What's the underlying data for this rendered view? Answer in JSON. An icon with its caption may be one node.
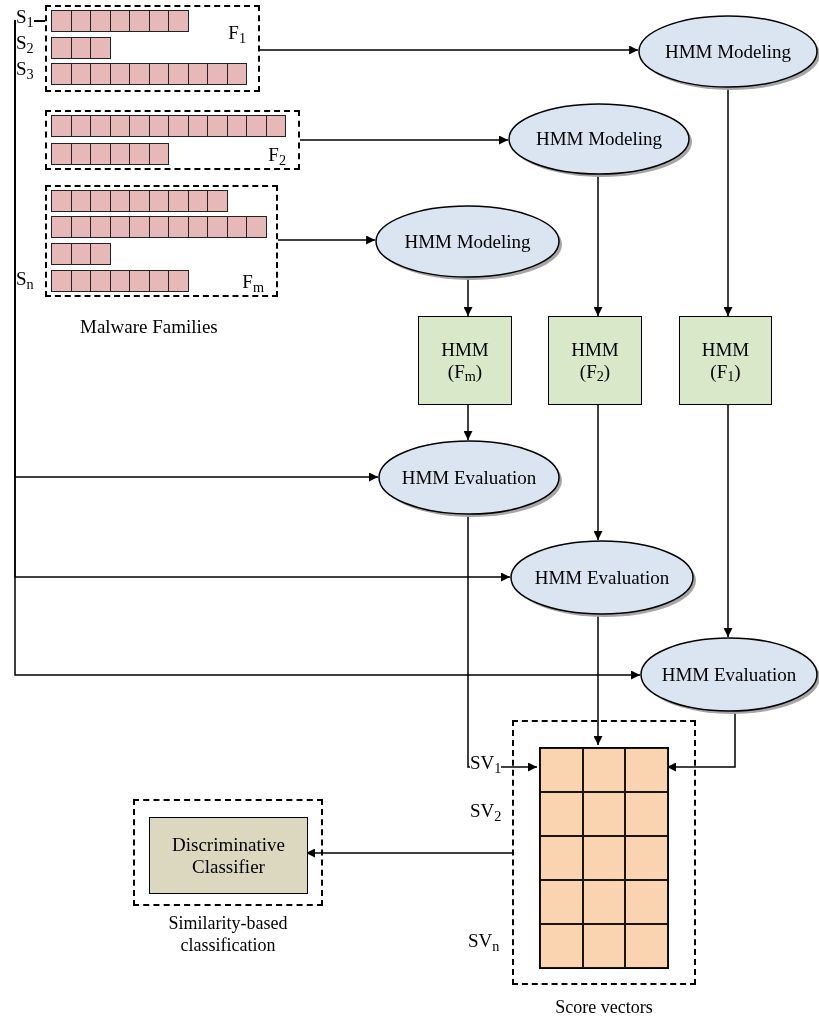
{
  "diagram": {
    "nodes": [
      {
        "text": [
          "F$_{1}$"
        ]
      },
      {
        "text": [
          "F$_{2}$"
        ]
      },
      {
        "text": [
          "F$_{m}$"
        ]
      },
      {
        "text": [
          "HMM Modeling"
        ]
      },
      {
        "text": [
          "HMM Modeling"
        ]
      },
      {
        "text": [
          "HMM Modeling"
        ]
      },
      {
        "text": [
          "HMM (F$_{m}$)"
        ]
      },
      {
        "text": [
          "HMM (F$_{2}$)"
        ]
      },
      {
        "text": [
          "HMM (F$_{1}$)"
        ]
      },
      {
        "text": [
          "HMM Evaluation"
        ]
      },
      {
        "text": [
          "HMM Evaluation"
        ]
      },
      {
        "text": [
          "HMM Evaluation"
        ]
      },
      {
        "text": [],
        "shape": "box",
        "beside": [
          "Score vectors"
        ]
      },
      {
        "text": [],
        "shape": "grid",
        "in": 12
      },
      {
        "text": [],
        "shape": "box",
        "beside": [
          "Similarity-based classification"
        ]
      },
      {
        "text": [
          "Discriminative Classifier"
        ],
        "in": 14
      }
    ],
    "edges": [
      {
        "from": 0,
        "to": 3,
        "arrow": "to"
      },
      {
        "from": 1,
        "to": 4,
        "arrow": "to"
      },
      {
        "from": 2,
        "to": 5,
        "arrow": "to"
      },
      {
        "from": 3,
        "to": 8,
        "arrow": "to"
      },
      {
        "from": 4,
        "to": 7,
        "arrow": "to"
      },
      {
        "from": 5,
        "to": 6,
        "arrow": "to"
      },
      {
        "from": 6,
        "to": 9,
        "arrow": "to"
      },
      {
        "from": 7,
        "to": 10,
        "arrow": "to"
      },
      {
        "from": 8,
        "to": 11,
        "arrow": "to"
      },
      {
        "from": 0,
        "to": 9,
        "arrow": "to"
      },
      {
        "from": 0,
        "to": 10,
        "arrow": "to"
      },
      {
        "from": 0,
        "to": 11,
        "arrow": "to"
      },
      {
        "from": 9,
        "to": 13,
        "arrow": "to"
      },
      {
        "from": 10,
        "to": 13,
        "arrow": "to"
      },
      {
        "from": 11,
        "to": 13,
        "arrow": "to"
      },
      {
        "from": 12,
        "to": 15,
        "arrow": "to"
      }
    ],
    "labels": [
      "S$_{1}$",
      "S$_{2}$",
      "S$_{3}$",
      "S$_{n}$",
      "Malware Families",
      "SV$_{1}$",
      "SV$_{2}$",
      "SV$_{n}$"
    ]
  }
}
